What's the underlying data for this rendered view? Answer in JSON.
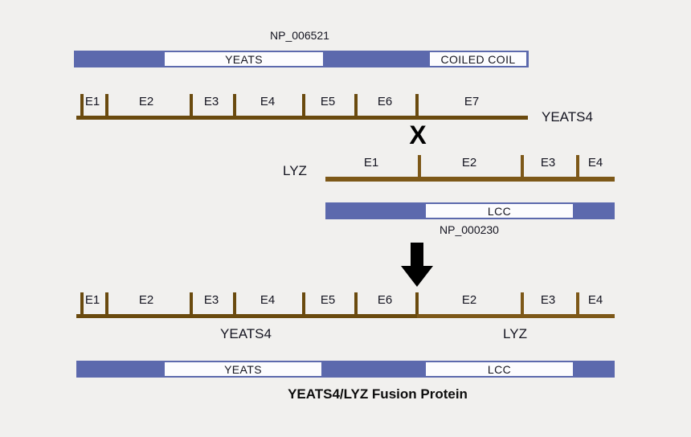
{
  "colors": {
    "bg": "#f1f0ee",
    "text": "#141420",
    "bar-blue": "#5c69ad",
    "domain-white": "#fcfcfe",
    "exon-brown": "#6a4a0e",
    "exon-brown-lyz": "#7d5818"
  },
  "top_protein": {
    "accession": "NP_006521",
    "domain_yeats": "YEATS",
    "domain_coiled": "COILED COIL"
  },
  "yeats4_gene": {
    "name": "YEATS4",
    "exons": [
      "E1",
      "E2",
      "E3",
      "E4",
      "E5",
      "E6",
      "E7"
    ]
  },
  "cross": "X",
  "lyz_gene": {
    "name": "LYZ",
    "exons": [
      "E1",
      "E2",
      "E3",
      "E4"
    ]
  },
  "lyz_protein": {
    "accession": "NP_000230",
    "domain_lcc": "LCC"
  },
  "fusion_gene": {
    "left_label": "YEATS4",
    "right_label": "LYZ",
    "left_exons": [
      "E1",
      "E2",
      "E3",
      "E4",
      "E5",
      "E6"
    ],
    "right_exons": [
      "E2",
      "E3",
      "E4"
    ]
  },
  "fusion_protein": {
    "domain_yeats": "YEATS",
    "domain_lcc": "LCC",
    "caption": "YEATS4/LYZ Fusion Protein"
  }
}
